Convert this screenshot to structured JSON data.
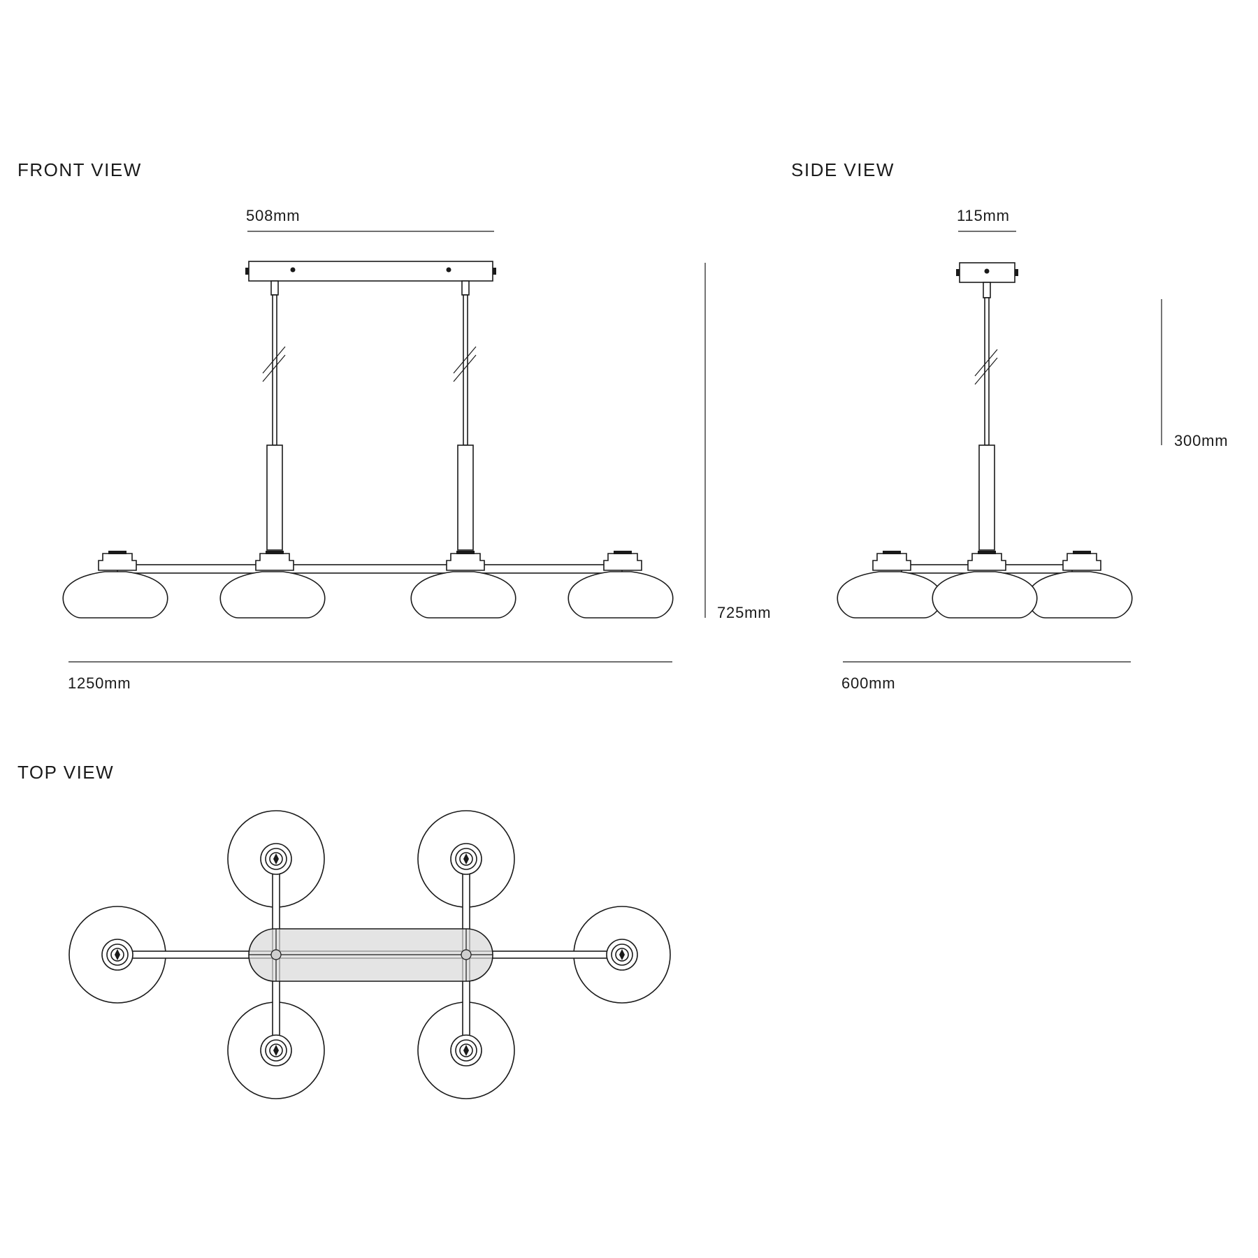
{
  "views": {
    "front": {
      "title": "FRONT VIEW",
      "dim_canopy": "508mm",
      "dim_height": "725mm",
      "dim_width": "1250mm"
    },
    "side": {
      "title": "SIDE VIEW",
      "dim_canopy": "115mm",
      "dim_drop": "300mm",
      "dim_width": "600mm"
    },
    "top": {
      "title": "TOP VIEW"
    }
  }
}
